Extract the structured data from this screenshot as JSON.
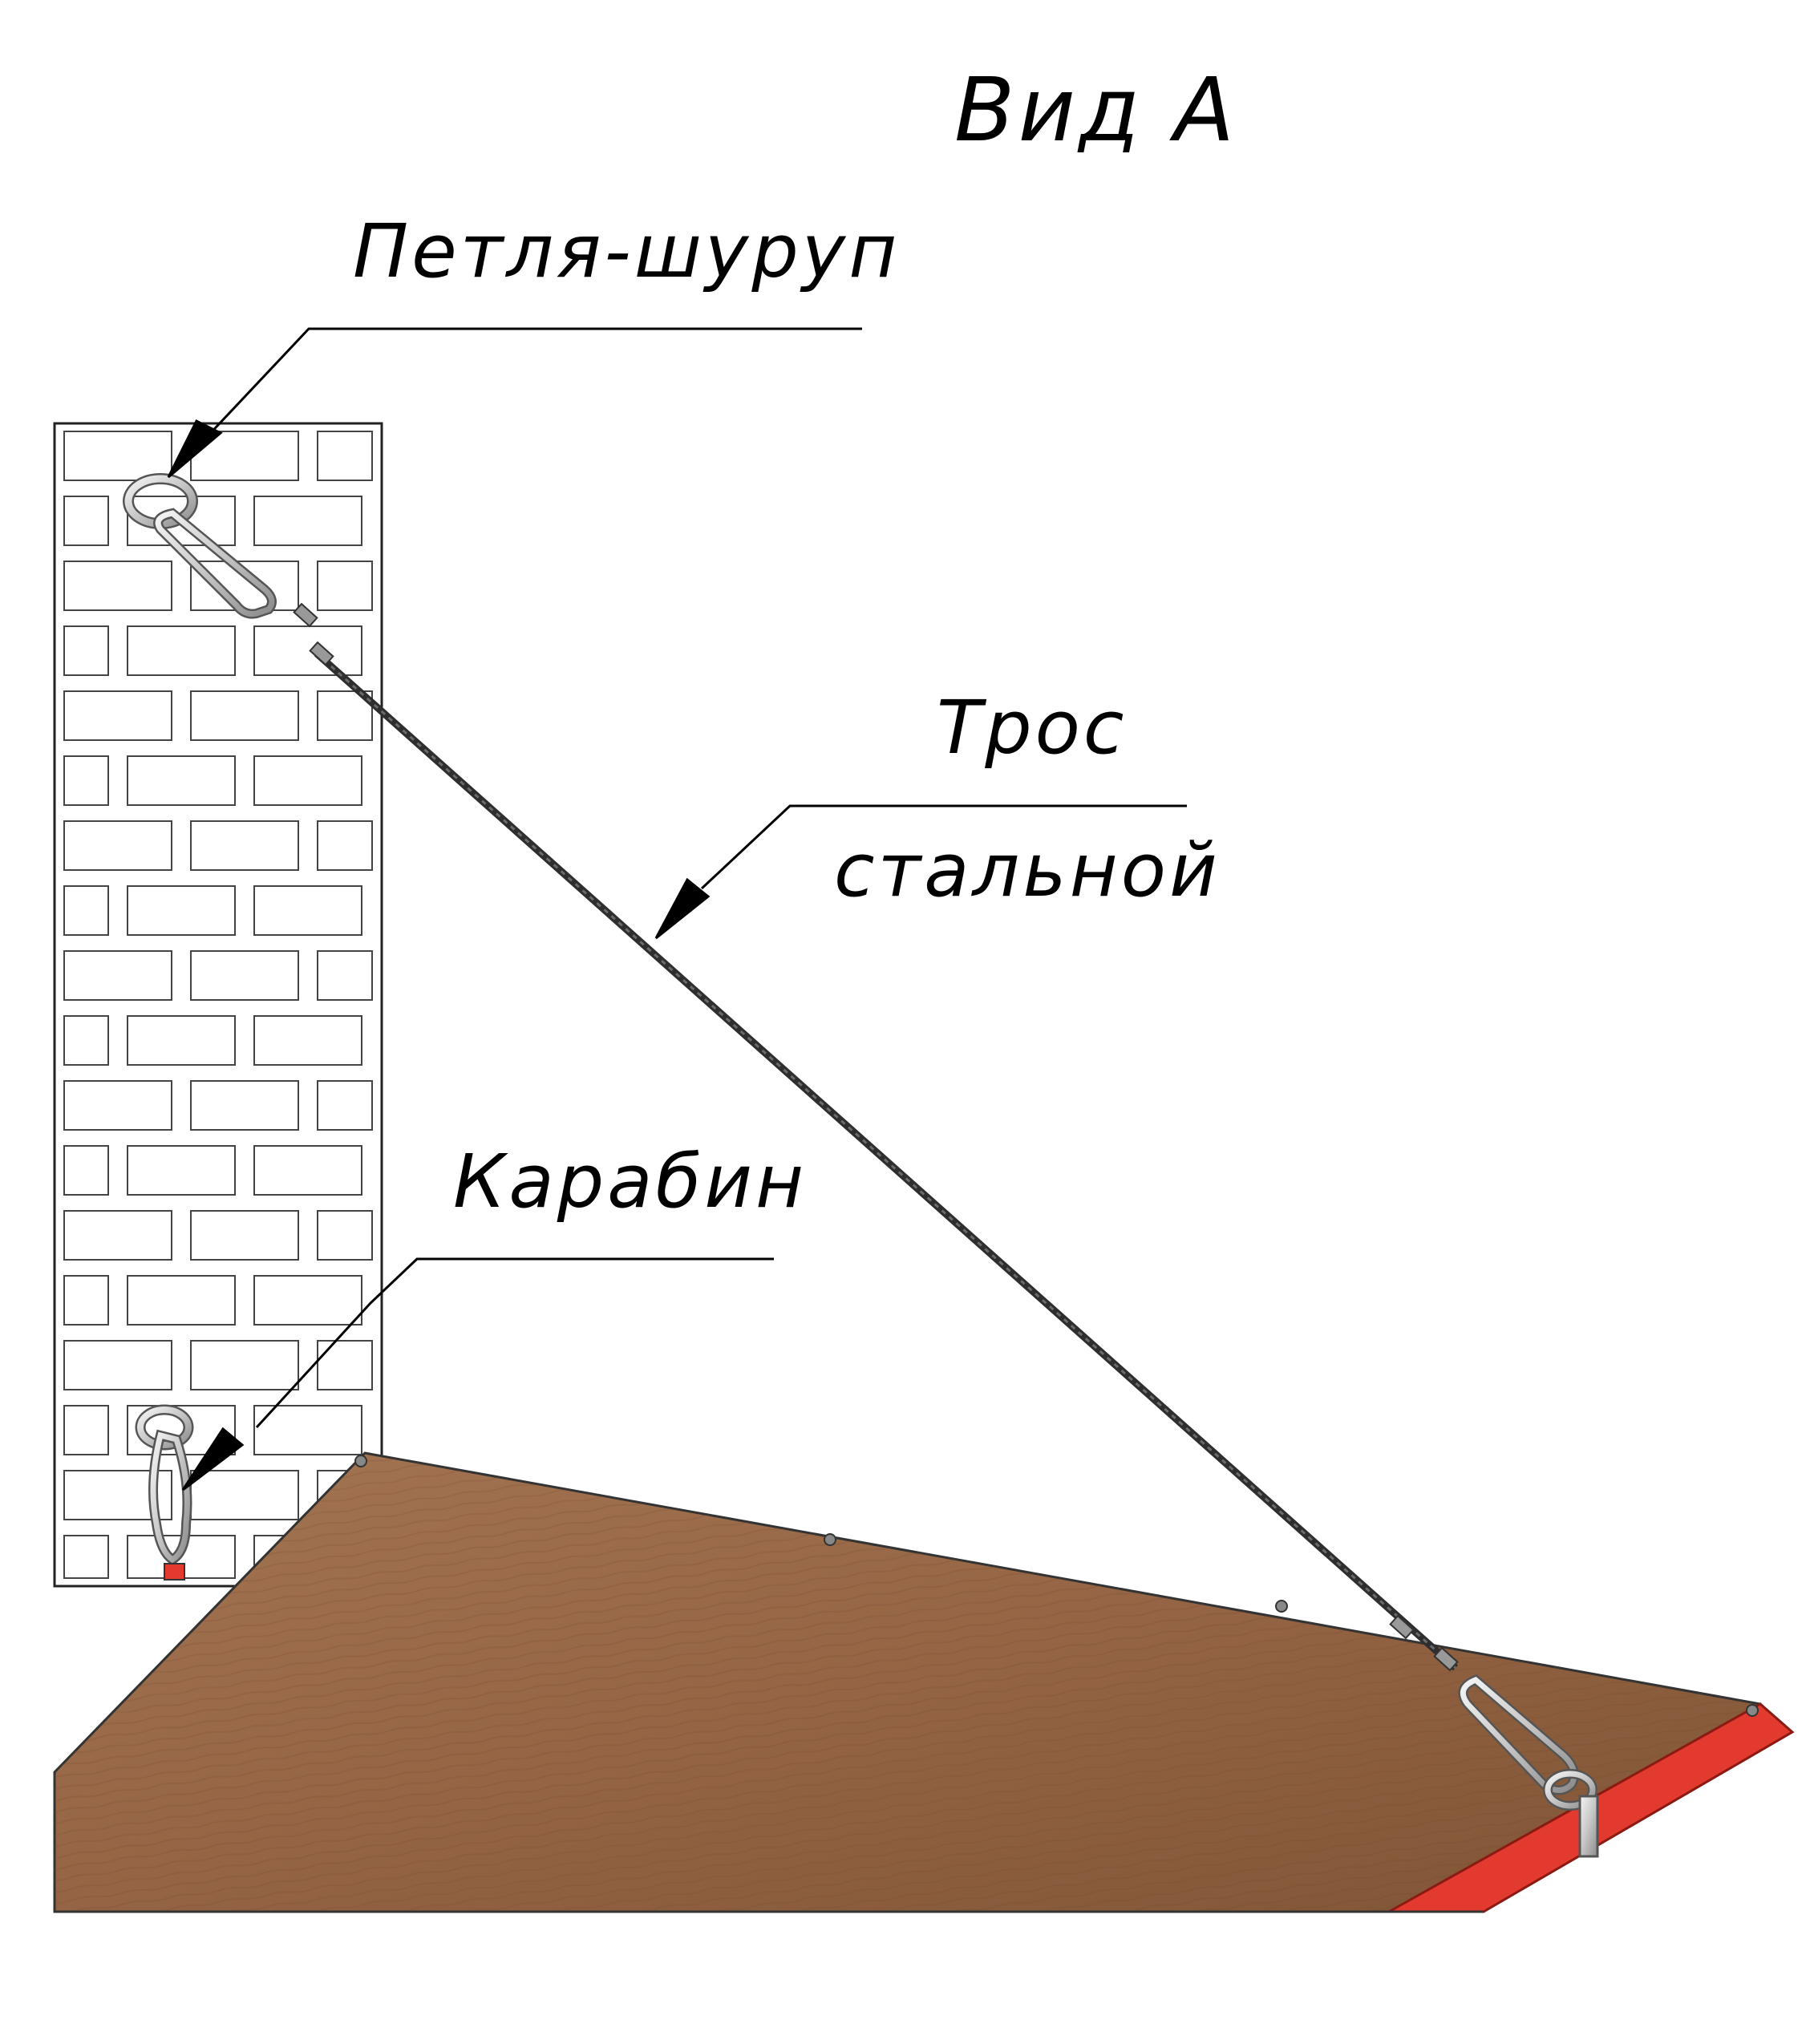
{
  "diagram": {
    "view_title": "Вид А",
    "labels": {
      "loop_screw": "Петля-шуруп",
      "steel_cable_line1": "Трос",
      "steel_cable_line2": "стальной",
      "carabiner": "Карабин"
    }
  },
  "colors": {
    "background": "#ffffff",
    "wall_outline": "#222222",
    "wood_surface": "#9a6b47",
    "wood_surface_dark": "#7e5434",
    "board_edge": "#e23a2f",
    "cable": "#2e2e2e",
    "metal": "#c8c8c8",
    "leader_lines": "#000000"
  },
  "icons": [
    "loop-screw-icon",
    "carabiner-icon",
    "steel-cable-icon",
    "brick-wall-icon",
    "wooden-board-icon"
  ]
}
